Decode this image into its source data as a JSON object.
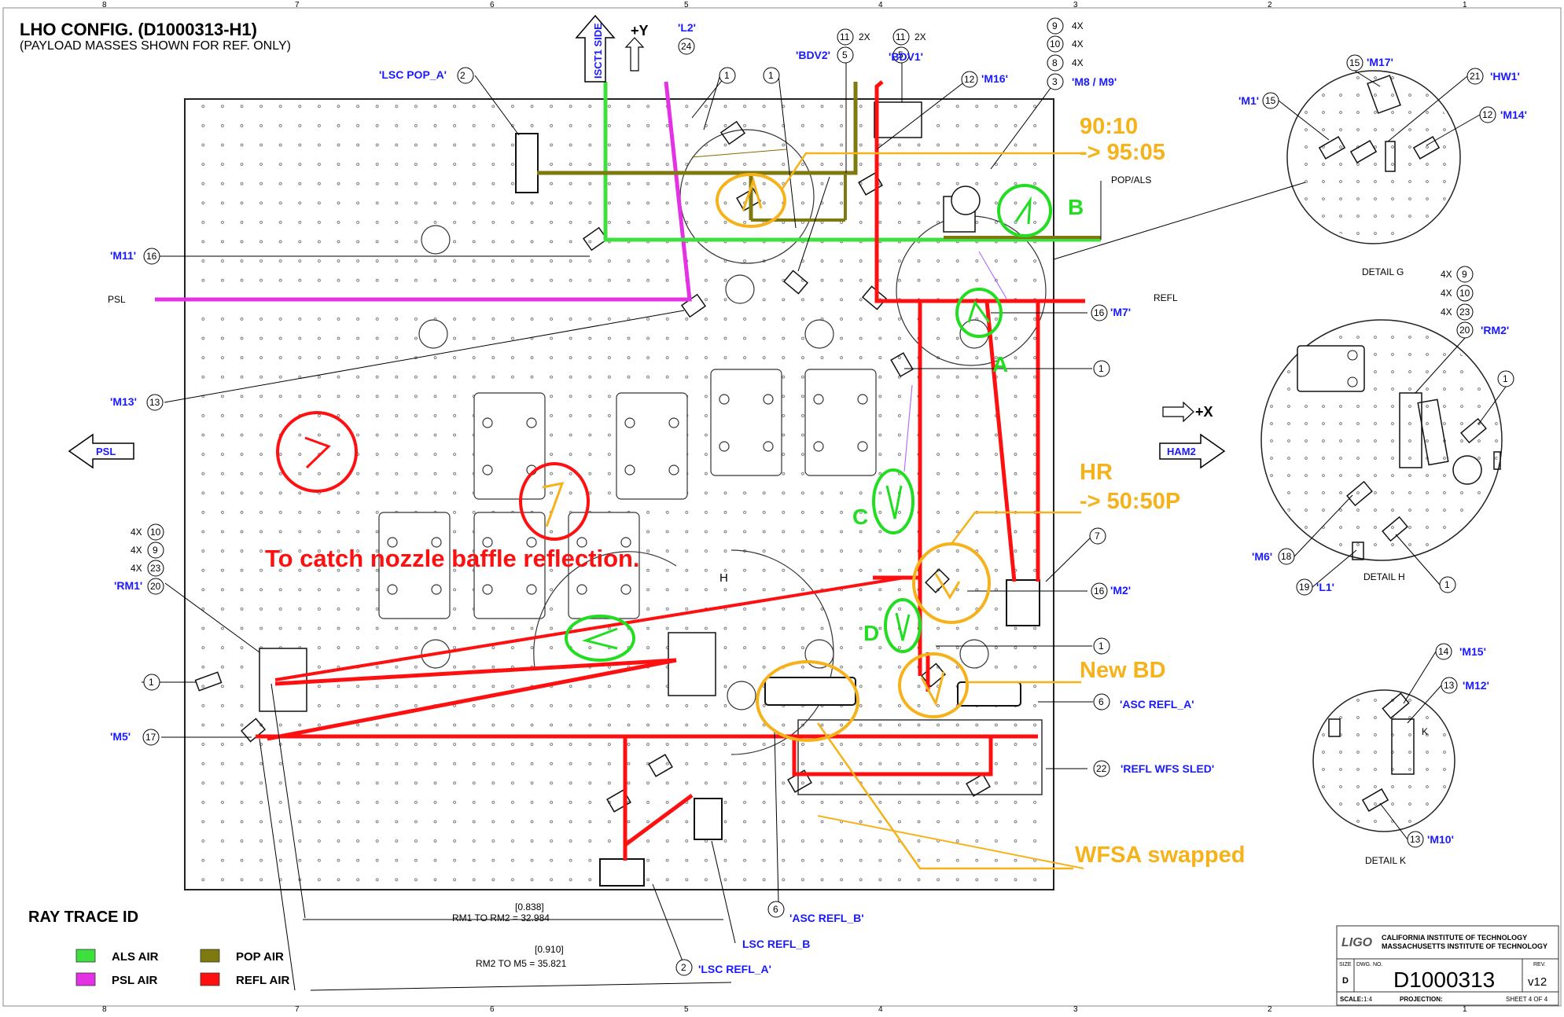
{
  "header": {
    "title": "LHO CONFIG. (D1000313-H1)",
    "subtitle": "(PAYLOAD MASSES SHOWN FOR REF. ONLY)"
  },
  "border": {
    "top_numbers": [
      "8",
      "7",
      "6",
      "5",
      "4",
      "3",
      "2",
      "1"
    ],
    "bottom_numbers": [
      "8",
      "7",
      "6",
      "5",
      "4",
      "3",
      "2",
      "1"
    ]
  },
  "axes": {
    "y_label": "+Y",
    "x_label": "+X",
    "isct1": "ISCT1 SIDE",
    "psl_arrow": "PSL",
    "ham2_arrow": "HAM2",
    "psl_beam_label": "PSL",
    "refl_label": "REFL",
    "pop_als_label": "POP/ALS"
  },
  "labels": {
    "lsc_pop_a": "'LSC POP_A'",
    "l2": "'L2'",
    "bdv2": "'BDV2'",
    "bdv1": "'BDV1'",
    "m16": "'M16'",
    "m8m9": "'M8 / M9'",
    "m11": "'M11'",
    "m13": "'M13'",
    "m7": "'M7'",
    "rm1": "'RM1'",
    "m5": "'M5'",
    "m2": "'M2'",
    "asc_refl_a": "'ASC REFL_A'",
    "refl_wfs_sled": "'REFL WFS SLED'",
    "asc_refl_b": "'ASC REFL_B'",
    "lsc_refl_a": "'LSC REFL_A'",
    "lsc_refl_b": "LSC REFL_B",
    "detail_g": "DETAIL G",
    "detail_h": "DETAIL H",
    "detail_k": "DETAIL K",
    "m17": "'M17'",
    "m1": "'M1'",
    "hw1": "'HW1'",
    "m14": "'M14'",
    "rm2": "'RM2'",
    "m6": "'M6'",
    "l1": "'L1'",
    "m15": "'M15'",
    "m12": "'M12'",
    "m10": "'M10'"
  },
  "callouts": {
    "c1": "1",
    "c2": "2",
    "c3": "3",
    "c5": "5",
    "c6": "6",
    "c7": "7",
    "c8": "8",
    "c9": "9",
    "c10": "10",
    "c11": "11",
    "c12": "12",
    "c13": "13",
    "c14": "14",
    "c15": "15",
    "c16": "16",
    "c17": "17",
    "c18": "18",
    "c19": "19",
    "c20": "20",
    "c21": "21",
    "c22": "22",
    "c23": "23",
    "c24": "24",
    "x2": "2X",
    "x4": "4X",
    "h": "H",
    "k": "K"
  },
  "dimensions": {
    "rm1_rm2_bracket": "[0.838]",
    "rm1_rm2": "RM1 TO RM2 = 32.984",
    "rm2_m5_bracket": "[0.910]",
    "rm2_m5": "RM2 TO M5 = 35.821"
  },
  "notes": {
    "n9010_a": "90:10",
    "n9010_b": "-> 95:05",
    "hr_a": "HR",
    "hr_b": "-> 50:50P",
    "new_bd": "New BD",
    "wfsa": "WFSA swapped",
    "catch": "To catch nozzle baffle reflection.",
    "A": "A",
    "B": "B",
    "C": "C",
    "D": "D"
  },
  "legend": {
    "title": "RAY TRACE ID",
    "items": [
      {
        "label": "ALS AIR",
        "color": "#3de03d"
      },
      {
        "label": "PSL AIR",
        "color": "#e431e4"
      },
      {
        "label": "POP AIR",
        "color": "#7f7a10"
      },
      {
        "label": "REFL AIR",
        "color": "#ff1010"
      }
    ]
  },
  "title_block": {
    "org1": "CALIFORNIA INSTITUTE OF TECHNOLOGY",
    "org2": "MASSACHUSETTS INSTITUTE OF TECHNOLOGY",
    "logo": "LIGO",
    "size_label": "SIZE",
    "size": "D",
    "dwg_label": "DWG. NO.",
    "dwg": "D1000313",
    "rev_label": "REV.",
    "rev": "v12",
    "scale_label": "SCALE:",
    "scale": "1:4",
    "proj_label": "PROJECTION:",
    "sheet": "SHEET 4 OF 4"
  },
  "colors": {
    "als": "#3de03d",
    "psl": "#e431e4",
    "pop": "#7f7a10",
    "refl": "#ff1010",
    "annot_orange": "#f5b21a",
    "annot_green": "#22dd22",
    "annot_red": "#ff1010",
    "label_blue": "#1a1aff"
  }
}
